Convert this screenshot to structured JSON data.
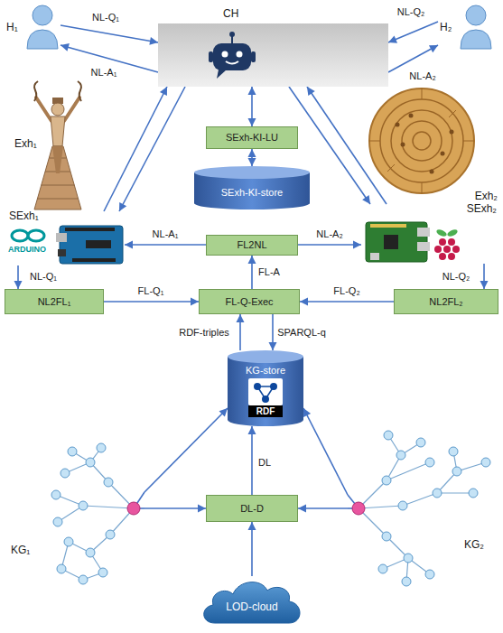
{
  "diagram": {
    "nodes": [
      {
        "text": [
          "H₁"
        ]
      },
      {
        "text": [
          "CH"
        ]
      },
      {
        "text": [
          "H₂"
        ]
      },
      {
        "text": [
          "Exh₁"
        ]
      },
      {
        "text": [
          "SExh-KI-LU"
        ]
      },
      {
        "text": [
          "Exh₂"
        ]
      },
      {
        "text": [
          "SExh-KI-store"
        ]
      },
      {
        "text": [
          "SExh₁"
        ]
      },
      {
        "text": [
          "FL2NL"
        ]
      },
      {
        "text": [
          "SExh₂"
        ]
      },
      {
        "text": [
          "NL2FL₁"
        ]
      },
      {
        "text": [
          "FL-Q-Exec"
        ]
      },
      {
        "text": [
          "NL2FL₂"
        ]
      },
      {
        "text": [
          "KG-store"
        ]
      },
      {
        "text": [
          "KG₁"
        ]
      },
      {
        "text": [
          "DL-D"
        ]
      },
      {
        "text": [
          "KG₂"
        ]
      },
      {
        "text": [
          "LOD-cloud"
        ]
      }
    ],
    "edges": [
      {
        "from": 0,
        "to": 1,
        "label": "NL-Q₁",
        "arrow": "to"
      },
      {
        "from": 1,
        "to": 0,
        "label": "NL-A₁",
        "arrow": "to"
      },
      {
        "from": 2,
        "to": 1,
        "label": "NL-Q₂",
        "arrow": "to"
      },
      {
        "from": 1,
        "to": 2,
        "label": "NL-A₂",
        "arrow": "to"
      },
      {
        "from": 1,
        "to": 4,
        "arrow": "both"
      },
      {
        "from": 4,
        "to": 6,
        "arrow": "both"
      },
      {
        "from": 7,
        "to": 1,
        "arrow": "to"
      },
      {
        "from": 1,
        "to": 7,
        "arrow": "to"
      },
      {
        "from": 9,
        "to": 1,
        "arrow": "to"
      },
      {
        "from": 1,
        "to": 9,
        "arrow": "to"
      },
      {
        "from": 8,
        "to": 7,
        "label": "NL-A₁",
        "arrow": "to"
      },
      {
        "from": 8,
        "to": 9,
        "label": "NL-A₂",
        "arrow": "to"
      },
      {
        "from": 7,
        "to": 10,
        "label": "NL-Q₁",
        "arrow": "to"
      },
      {
        "from": 9,
        "to": 12,
        "label": "NL-Q₂",
        "arrow": "to"
      },
      {
        "from": 10,
        "to": 11,
        "label": "FL-Q₁",
        "arrow": "to"
      },
      {
        "from": 12,
        "to": 11,
        "label": "FL-Q₂",
        "arrow": "to"
      },
      {
        "from": 11,
        "to": 8,
        "label": "FL-A",
        "arrow": "to"
      },
      {
        "from": 11,
        "to": 13,
        "label": "SPARQL-q",
        "arrow": "to"
      },
      {
        "from": 13,
        "to": 11,
        "label": "RDF-triples",
        "arrow": "to"
      },
      {
        "from": 14,
        "to": 13,
        "arrow": "to"
      },
      {
        "from": 14,
        "to": 15,
        "arrow": "to"
      },
      {
        "from": 16,
        "to": 15,
        "arrow": "to"
      },
      {
        "from": 16,
        "to": 13,
        "arrow": "to"
      },
      {
        "from": 15,
        "to": 13,
        "label": "DL",
        "arrow": "to"
      },
      {
        "from": 17,
        "to": 15,
        "arrow": "to"
      }
    ],
    "labels": [
      "ARDUINO",
      "RDF"
    ]
  }
}
